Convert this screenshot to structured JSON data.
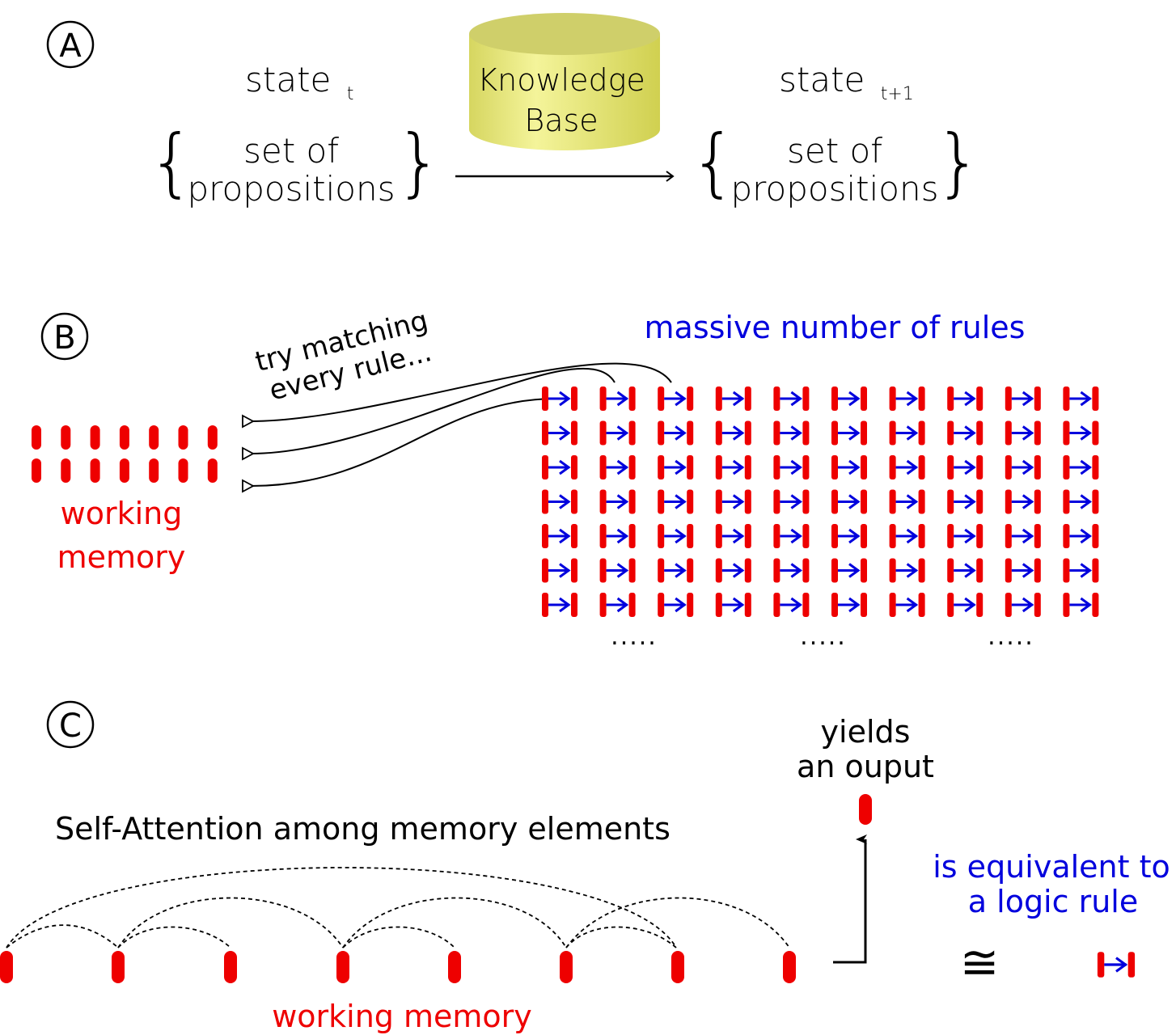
{
  "panel_a": {
    "label": "A",
    "state_t": {
      "word": "state",
      "sub": "t"
    },
    "state_t1": {
      "word": "state",
      "sub": "t+1"
    },
    "set_line1": "set of",
    "set_line2": "propositions",
    "kb_line1": "Knowledge",
    "kb_line2": "Base"
  },
  "panel_b": {
    "label": "B",
    "try_line1": "try matching",
    "try_line2": "every rule...",
    "rules_title": "massive number of rules",
    "wm_line1": "working",
    "wm_line2": "memory",
    "ellipsis": "....."
  },
  "panel_c": {
    "label": "C",
    "self_attention": "Self-Attention among memory elements",
    "yields_line1": "yields",
    "yields_line2": "an ouput",
    "equiv_line1": "is equivalent to",
    "equiv_line2": "a logic rule",
    "equiv_symbol": "≅",
    "wm_label": "working memory"
  },
  "colors": {
    "red": "#ee0000",
    "blue": "#0000dd",
    "black": "#000000",
    "cylinder_top": "#d2d270",
    "cylinder_body": "#eeee88"
  },
  "icons": {
    "rule": "rule-icon",
    "memory_element": "memory-element-icon",
    "cylinder": "database-cylinder-icon"
  }
}
